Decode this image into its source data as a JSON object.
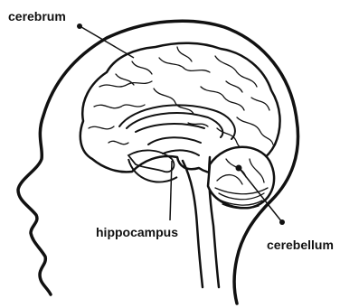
{
  "labels": {
    "cerebrum": "cerebrum",
    "hippocampus": "hippocampus",
    "cerebellum": "cerebellum"
  },
  "colors": {
    "ink": "#111111",
    "background": "#ffffff"
  }
}
